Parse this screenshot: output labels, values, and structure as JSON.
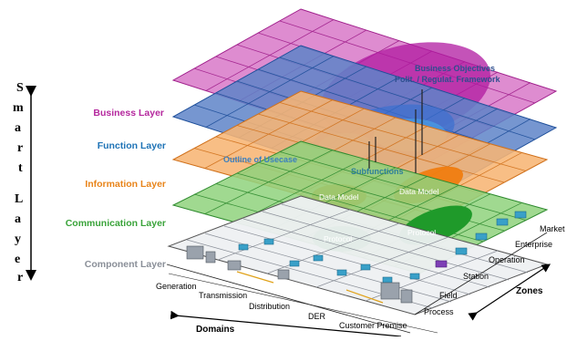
{
  "diagram": {
    "side_label": {
      "word1": "S m a r t",
      "word2": "L a y e r",
      "letters": [
        "S",
        "m",
        "a",
        "r",
        "t",
        "L",
        "a",
        "y",
        "e",
        "r"
      ]
    },
    "layers": [
      {
        "key": "business",
        "label": "Business Layer",
        "color": "#b5289e",
        "fill": "#d96bcc"
      },
      {
        "key": "function",
        "label": "Function Layer",
        "color": "#1e73b6",
        "fill": "#5a86c8"
      },
      {
        "key": "information",
        "label": "Information Layer",
        "color": "#e8841a",
        "fill": "#f4a860"
      },
      {
        "key": "communication",
        "label": "Communication Layer",
        "color": "#3aa33a",
        "fill": "#7ccb6a"
      },
      {
        "key": "component",
        "label": "Component Layer",
        "color": "#8a8f98",
        "fill": "#e6e8ea"
      }
    ],
    "annotations": {
      "business_objectives": "Business Objectives",
      "framework": "Polit. / Regulat. Framework",
      "usecase": "Outline of Usecase",
      "subfunctions": "Subfunctions",
      "data_model_1": "Data Model",
      "data_model_2": "Data Model",
      "protocol_1": "Protocol",
      "protocol_2": "Protocol"
    },
    "domains": {
      "title": "Domains",
      "items": [
        "Generation",
        "Transmission",
        "Distribution",
        "DER",
        "Customer Premise"
      ]
    },
    "zones": {
      "title": "Zones",
      "items": [
        "Process",
        "Field",
        "Station",
        "Operation",
        "Enterprise",
        "Market"
      ]
    }
  }
}
